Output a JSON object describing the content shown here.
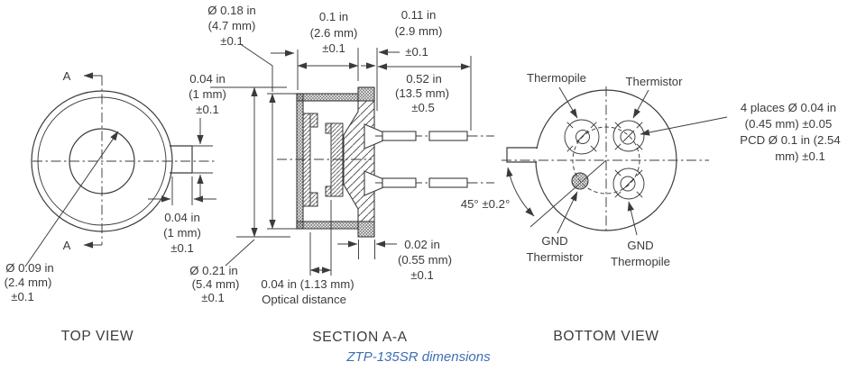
{
  "colors": {
    "ink": "#3b3b3b",
    "caption_blue": "#3f6eb5"
  },
  "caption": "ZTP-135SR dimensions",
  "top_view": {
    "title": "TOP VIEW",
    "section_marker": "A",
    "dim_aperture": [
      "Ø 0.09 in",
      "(2.4 mm)",
      "±0.1"
    ],
    "dim_tab_height": [
      "0.04 in",
      "(1 mm)",
      "±0.1"
    ],
    "dim_tab_width": [
      "0.04 in",
      "(1 mm)",
      "±0.1"
    ]
  },
  "section_view": {
    "title": "SECTION A-A",
    "dim_can_body_dia": [
      "Ø 0.18 in",
      "(4.7 mm)",
      "±0.1"
    ],
    "dim_flange_dia": [
      "Ø 0.21 in",
      "(5.4 mm)",
      "±0.1"
    ],
    "dim_cap_height": [
      "0.1 in",
      "(2.6 mm)",
      "±0.1"
    ],
    "dim_header_height": [
      "0.11 in",
      "(2.9 mm)",
      "±0.1"
    ],
    "dim_total_length": [
      "0.52 in",
      "(13.5 mm)",
      "±0.5"
    ],
    "dim_flange_thickness": [
      "0.02 in",
      "(0.55 mm)",
      "±0.1"
    ],
    "dim_optical": [
      "0.04 in (1.13 mm)",
      "Optical distance"
    ]
  },
  "bottom_view": {
    "title": "BOTTOM VIEW",
    "label_thermopile": "Thermopile",
    "label_thermistor": "Thermistor",
    "label_gnd_thermistor": [
      "GND",
      "Thermistor"
    ],
    "label_gnd_thermopile": [
      "GND",
      "Thermopile"
    ],
    "dim_pins": [
      "4 places Ø 0.04 in",
      "(0.45 mm) ±0.05",
      "PCD  Ø 0.1 in (2.54",
      "mm) ±0.1"
    ],
    "dim_angle": "45° ±0.2°"
  }
}
